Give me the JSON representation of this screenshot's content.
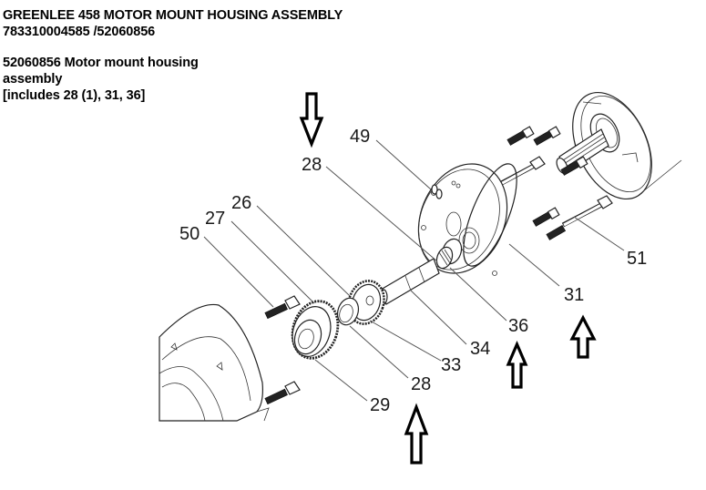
{
  "header": {
    "title": "GREENLEE 458 MOTOR MOUNT HOUSING ASSEMBLY",
    "part_numbers": "783310004585 /52060856",
    "description_line1": "52060856 Motor mount housing",
    "description_line2": "assembly",
    "description_line3": "[includes 28 (1), 31, 36]"
  },
  "callouts": {
    "c49": "49",
    "c28_top": "28",
    "c26": "26",
    "c27": "27",
    "c50": "50",
    "c51": "51",
    "c31": "31",
    "c36": "36",
    "c34": "34",
    "c33": "33",
    "c28_bottom": "28",
    "c29": "29"
  },
  "highlighted_parts": [
    "28",
    "31",
    "36",
    "28"
  ],
  "arrows": [
    {
      "target": "28 (top)",
      "direction": "down"
    },
    {
      "target": "28 (bottom)",
      "direction": "up"
    },
    {
      "target": "36",
      "direction": "up"
    },
    {
      "target": "31",
      "direction": "up"
    }
  ]
}
